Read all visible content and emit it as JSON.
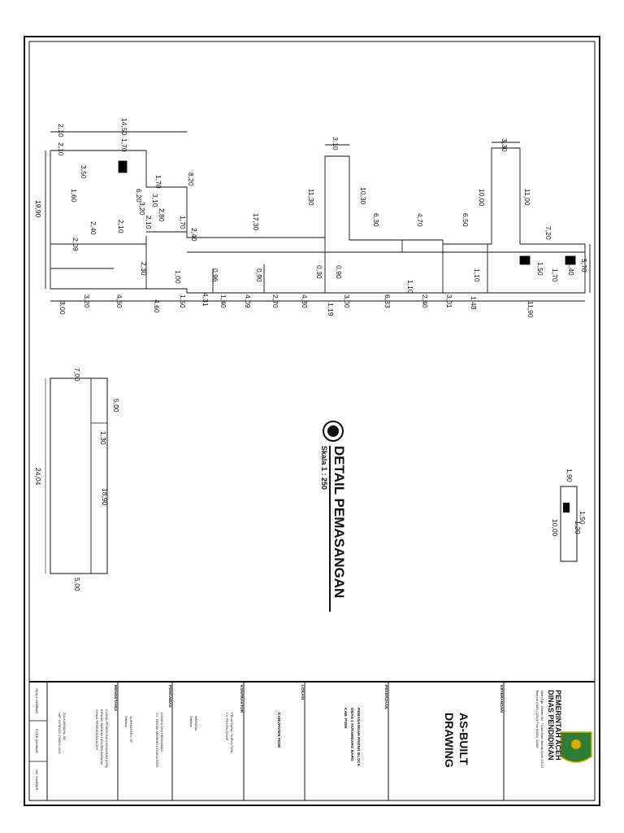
{
  "drawing": {
    "title": "DETAIL PEMASANGAN",
    "scale": "Skala 1 : 250"
  },
  "main_plan": {
    "top_dims": [
      "2,10",
      "2,10",
      "14,50",
      "1,70",
      "8,20",
      "3,50",
      "1,70",
      "6,20",
      "3,10",
      "3,20",
      "2,80",
      "2,10",
      "1,70",
      "2,10",
      "2,40",
      "2,09",
      "1,60",
      "2,40",
      "3,10",
      "11,30",
      "10,30",
      "17,30",
      "6,30",
      "4,70",
      "6,50",
      "10,00",
      "11,00",
      "3,30",
      "7,20"
    ],
    "mid_dims": [
      "19,90",
      "2,30",
      "1,00",
      "0,96",
      "0,90",
      "0,30",
      "0,90",
      "1,10",
      "5,70",
      "1,50",
      "1,40",
      "1,70"
    ],
    "bottom_dims": [
      "3,00",
      "3,20",
      "4,60",
      "4,60",
      "1,50",
      "4,31",
      "1,40",
      "4,09",
      "2,70",
      "4,80",
      "1,19",
      "3,00",
      "6,33",
      "1,10",
      "2,40",
      "3,01",
      "1,48",
      "11,90"
    ]
  },
  "plan_b": {
    "dims": [
      "7,00",
      "5,00",
      "1,30",
      "24,04",
      "18,90",
      "5,00"
    ]
  },
  "plan_c": {
    "dims": [
      "1,90",
      "1,50",
      "1,20",
      "10,00"
    ]
  },
  "title_block": {
    "gov_line1": "PEMERINTAH ACEH",
    "gov_line2": "DINAS PENDIDIKAN",
    "address": "Jalan Tgk. Malem No. 7 Kuta Alam Banda Aceh 23121",
    "contact": "Telepon (0651) 22620  Fax (0651) 32386",
    "sheet_title_1": "AS-BUILT",
    "sheet_title_2": "DRAWING",
    "section_keterangan": "KETERANGAN",
    "section_pekerjaan": "PEKERJAAN",
    "project_1": "PEMASANGAN PAVING BLOCK",
    "project_2": "SMAS 1 KUTAMBARO BARO",
    "project_3": "KAB. PIDIE",
    "section_lokasi": "LOKASI",
    "location": "KABUPATEN PIDIE",
    "section_kontraktor": "KONTRAKTOR",
    "contractor_1": "PELAKSANA: NURUL TANI",
    "contractor_2": "CV. PELITA TIMUR",
    "contractor_sig": "MARIANA",
    "contractor_role": "Direktur",
    "section_pengawas": "PENGAWAS",
    "consultant_1": "KONSULTAN PENGAWAS",
    "consultant_2": "CV. TEKNIK MANDIRI CONSULTANT",
    "consultant_sig": "NURHADIJAH, ST",
    "consultant_role": "Direktur",
    "section_mengetahui": "MENGETAHUI",
    "approver_1": "KUASA PENGGUNA ANGGARAN (KPA)",
    "approver_2": "BIDANG SARANA DAN PRASARANA",
    "approver_3": "DINAS PENDIDIKAN ACEH",
    "approver_sig": "ZULKARNAINI, SE",
    "approver_nip": "NIP. 19760522 199603 1003",
    "footer_1": "SKALA GAMBAR",
    "footer_2": "KODE GAMBAR",
    "footer_3": "NO. GAMBAR"
  },
  "colors": {
    "ink": "#111111",
    "logo_green": "#2e7d32",
    "logo_gold": "#d4b000",
    "hatch": "#000000"
  }
}
